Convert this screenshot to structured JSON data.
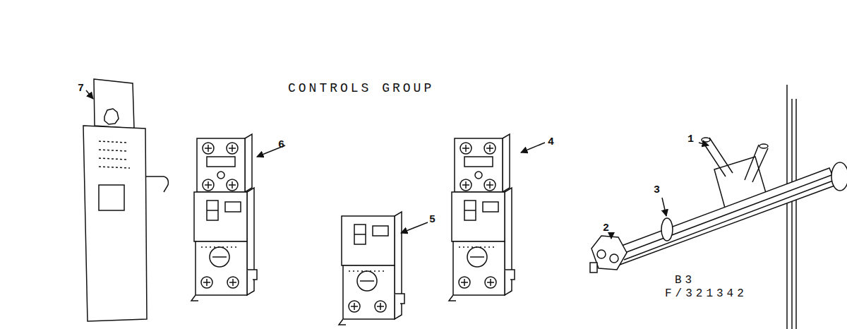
{
  "diagram": {
    "title": "CONTROLS GROUP",
    "labels": [
      "7",
      "6",
      "4",
      "1",
      "3",
      "2",
      "5",
      "B3",
      "F/321342"
    ]
  }
}
